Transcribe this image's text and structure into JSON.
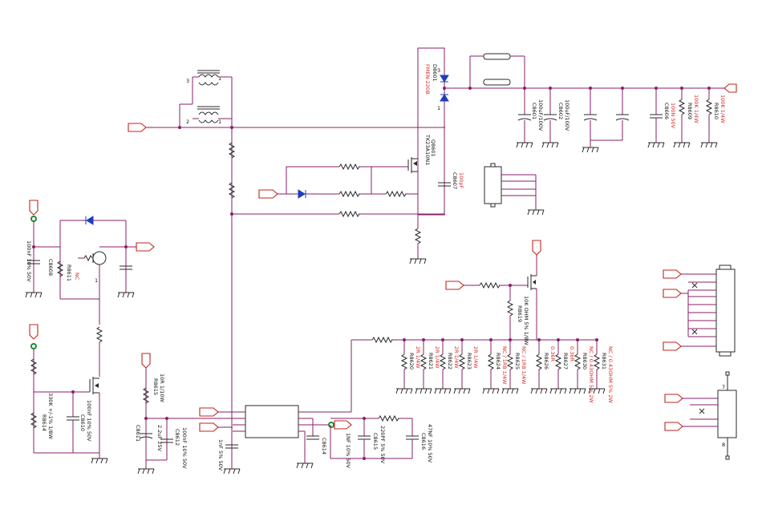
{
  "schematic": {
    "transformer_pins": {
      "top": "3",
      "bottom": "2"
    },
    "transformer_pin_ones": [
      "1",
      "1"
    ],
    "d8601": {
      "ref": "D8601",
      "part": "FMEN-220B",
      "pin_a": "3",
      "pin_b": "1"
    },
    "q8601": {
      "ref": "Q8601",
      "part": "TK23A10N1"
    },
    "c8607": {
      "ref": "C8607",
      "value": "100pF"
    },
    "c8601": {
      "ref": "C8601",
      "value": "100uF/100V"
    },
    "c8602": {
      "ref": "C8602",
      "value": "100uF/100V"
    },
    "c8606": {
      "ref": "C8606",
      "value": "100N 50V"
    },
    "r8609": {
      "ref": "R8609",
      "value": "100K 1/4W"
    },
    "r8610": {
      "ref": "R8610",
      "value": "100K 1/4W"
    },
    "c8608": {
      "ref": "C8608",
      "value": "100nF 10% 50V"
    },
    "r8611": {
      "ref": "R8611",
      "value": "NC"
    },
    "q_pin": "1",
    "r8614": {
      "ref": "R8614",
      "value": "330K +/-1% 1/8W"
    },
    "c8610": {
      "ref": "C8610",
      "value": "100nF 10% 50V"
    },
    "r8615": {
      "ref": "R8615",
      "value": "10R 1/10W"
    },
    "c8611": {
      "ref": "C8611",
      "value": "2.2uF 25V"
    },
    "c8612": {
      "ref": "C8612",
      "value": "100nF 10% 50V"
    },
    "c8613": {
      "value": "1nF 5% 50V"
    },
    "c8614": {
      "ref": "C8614",
      "value": "1NF 10% 50V"
    },
    "c8615": {
      "ref": "C8615",
      "value": "220PF 5% 50V"
    },
    "c8616": {
      "ref": "C8616",
      "value": "47NF 10% 50V"
    },
    "r8619": {
      "ref": "R8619",
      "value": "10K OHM 5% 1/8W"
    },
    "sense_resistors": [
      {
        "ref": "R8620",
        "value": "2R 1/4W"
      },
      {
        "ref": "R8621",
        "value": "2R 1/4W"
      },
      {
        "ref": "R8622",
        "value": "2R 1/4W"
      },
      {
        "ref": "R8623",
        "value": "2R 1/4W"
      },
      {
        "ref": "R8624",
        "value": "NC / 1R8 1/4W"
      },
      {
        "ref": "R8625",
        "value": "NC / 1R8 1/4W"
      },
      {
        "ref": "R8626",
        "value": "0.36R"
      },
      {
        "ref": "R8627",
        "value": "0.36R"
      },
      {
        "ref": "R8630",
        "value": "NC / 0.43OHM 5% 2W"
      },
      {
        "ref": "R8631",
        "value": "NC / 0.43OHM 5% 2W"
      }
    ],
    "connector_pins": {
      "top": "7",
      "bottom": "8"
    }
  }
}
